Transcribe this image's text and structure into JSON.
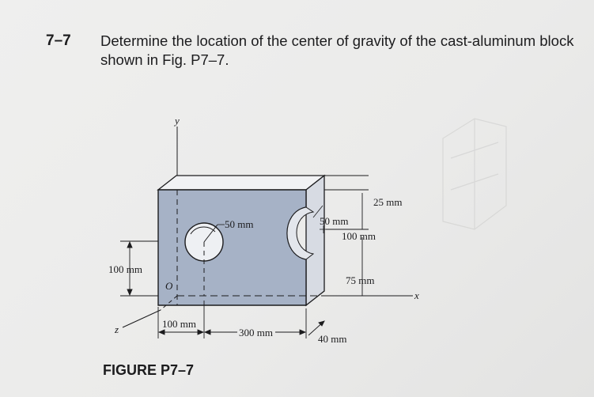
{
  "problem": {
    "number": "7–7",
    "line1": "Determine the location of the center of gravity of the cast-aluminum block",
    "line2": "shown in Fig. P7–7."
  },
  "figure": {
    "caption": "FIGURE P7–7",
    "axes": {
      "x": "x",
      "y": "y",
      "z": "z",
      "origin": "O"
    },
    "dimensions": {
      "dim_25": "25 mm",
      "dim_50_hole": "50 mm",
      "dim_50_notch": "50 mm",
      "dim_100_right": "100 mm",
      "dim_75": "75 mm",
      "dim_100_height": "100 mm",
      "dim_100_bottom": "100 mm",
      "dim_300": "300 mm",
      "dim_40": "40 mm"
    },
    "colors": {
      "block_face": "#a6b2c6",
      "block_side": "#d7dbe3",
      "block_top": "#f1f2f4"
    }
  }
}
